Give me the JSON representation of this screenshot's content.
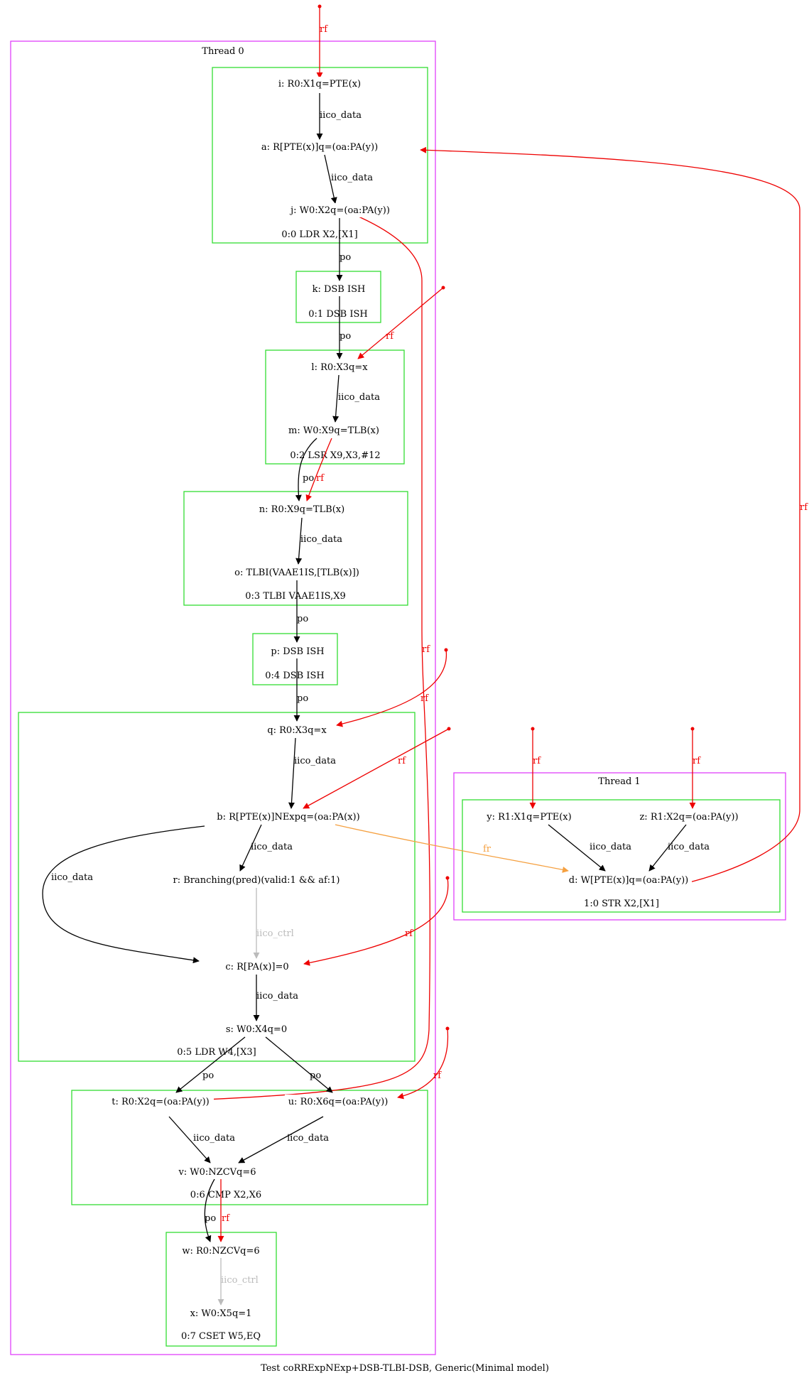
{
  "caption": "Test coRRExpNExp+DSB-TLBI-DSB, Generic(Minimal model)",
  "colors": {
    "thread_box": "#e040fb",
    "instr_box": "#33dd33",
    "po": "#000000",
    "iico_data": "#000000",
    "iico_ctrl": "#bbbbbb",
    "rf": "#ee0000",
    "fr": "#f5a040"
  },
  "threads": [
    {
      "id": "t0",
      "label": "Thread 0"
    },
    {
      "id": "t1",
      "label": "Thread 1"
    }
  ],
  "instructions": [
    {
      "id": "i00",
      "label": "0:0 LDR X2,[X1]"
    },
    {
      "id": "i01",
      "label": "0:1 DSB ISH"
    },
    {
      "id": "i02",
      "label": "0:2 LSR X9,X3,#12"
    },
    {
      "id": "i03",
      "label": "0:3 TLBI VAAE1IS,X9"
    },
    {
      "id": "i04",
      "label": "0:4 DSB ISH"
    },
    {
      "id": "i05",
      "label": "0:5 LDR W4,[X3]"
    },
    {
      "id": "i06",
      "label": "0:6 CMP X2,X6"
    },
    {
      "id": "i07",
      "label": "0:7 CSET W5,EQ"
    },
    {
      "id": "i10",
      "label": "1:0 STR X2,[X1]"
    }
  ],
  "events": [
    {
      "id": "i",
      "label": "i: R0:X1q=PTE(x)"
    },
    {
      "id": "a",
      "label": "a: R[PTE(x)]q=(oa:PA(y))"
    },
    {
      "id": "j",
      "label": "j: W0:X2q=(oa:PA(y))"
    },
    {
      "id": "k",
      "label": "k: DSB ISH"
    },
    {
      "id": "l",
      "label": "l: R0:X3q=x"
    },
    {
      "id": "m",
      "label": "m: W0:X9q=TLB(x)"
    },
    {
      "id": "n",
      "label": "n: R0:X9q=TLB(x)"
    },
    {
      "id": "o",
      "label": "o: TLBI(VAAE1IS,[TLB(x)])"
    },
    {
      "id": "p",
      "label": "p: DSB ISH"
    },
    {
      "id": "q",
      "label": "q: R0:X3q=x"
    },
    {
      "id": "b",
      "label": "b: R[PTE(x)]NExpq=(oa:PA(x))"
    },
    {
      "id": "r",
      "label": "r: Branching(pred)(valid:1 && af:1)"
    },
    {
      "id": "c",
      "label": "c: R[PA(x)]=0"
    },
    {
      "id": "s",
      "label": "s: W0:X4q=0"
    },
    {
      "id": "t",
      "label": "t: R0:X2q=(oa:PA(y))"
    },
    {
      "id": "u",
      "label": "u: R0:X6q=(oa:PA(y))"
    },
    {
      "id": "v",
      "label": "v: W0:NZCVq=6"
    },
    {
      "id": "w",
      "label": "w: R0:NZCVq=6"
    },
    {
      "id": "x",
      "label": "x: W0:X5q=1"
    },
    {
      "id": "y",
      "label": "y: R1:X1q=PTE(x)"
    },
    {
      "id": "z",
      "label": "z: R1:X2q=(oa:PA(y))"
    },
    {
      "id": "d",
      "label": "d: W[PTE(x)]q=(oa:PA(y))"
    }
  ],
  "edges": [
    {
      "id": "e-init-i",
      "label": "rf",
      "kind": "rf"
    },
    {
      "id": "e-i-a",
      "label": "iico_data",
      "kind": "iico_data"
    },
    {
      "id": "e-a-j",
      "label": "iico_data",
      "kind": "iico_data"
    },
    {
      "id": "e-d-a",
      "label": "rf",
      "kind": "rf"
    },
    {
      "id": "e-j-k",
      "label": "po",
      "kind": "po"
    },
    {
      "id": "e-k-l",
      "label": "po",
      "kind": "po"
    },
    {
      "id": "e-init-l",
      "label": "rf",
      "kind": "rf"
    },
    {
      "id": "e-l-m",
      "label": "iico_data",
      "kind": "iico_data"
    },
    {
      "id": "e-m-n-po",
      "label": "po",
      "kind": "po"
    },
    {
      "id": "e-m-n-rf",
      "label": "rf",
      "kind": "rf"
    },
    {
      "id": "e-j-t",
      "label": "rf",
      "kind": "rf"
    },
    {
      "id": "e-n-o",
      "label": "iico_data",
      "kind": "iico_data"
    },
    {
      "id": "e-o-p",
      "label": "po",
      "kind": "po"
    },
    {
      "id": "e-p-q",
      "label": "po",
      "kind": "po"
    },
    {
      "id": "e-init-q",
      "label": "rf",
      "kind": "rf"
    },
    {
      "id": "e-init-b",
      "label": "rf",
      "kind": "rf"
    },
    {
      "id": "e-q-b",
      "label": "iico_data",
      "kind": "iico_data"
    },
    {
      "id": "e-b-r",
      "label": "iico_data",
      "kind": "iico_data"
    },
    {
      "id": "e-b-c",
      "label": "iico_data",
      "kind": "iico_data"
    },
    {
      "id": "e-b-d",
      "label": "fr",
      "kind": "fr"
    },
    {
      "id": "e-r-c",
      "label": "iico_ctrl",
      "kind": "iico_ctrl"
    },
    {
      "id": "e-init-c",
      "label": "rf",
      "kind": "rf"
    },
    {
      "id": "e-c-s",
      "label": "iico_data",
      "kind": "iico_data"
    },
    {
      "id": "e-s-t",
      "label": "po",
      "kind": "po"
    },
    {
      "id": "e-s-u",
      "label": "po",
      "kind": "po"
    },
    {
      "id": "e-init-u",
      "label": "rf",
      "kind": "rf"
    },
    {
      "id": "e-t-v",
      "label": "iico_data",
      "kind": "iico_data"
    },
    {
      "id": "e-u-v",
      "label": "iico_data",
      "kind": "iico_data"
    },
    {
      "id": "e-v-w-po",
      "label": "po",
      "kind": "po"
    },
    {
      "id": "e-v-w-rf",
      "label": "rf",
      "kind": "rf"
    },
    {
      "id": "e-w-x",
      "label": "iico_ctrl",
      "kind": "iico_ctrl"
    },
    {
      "id": "e-init-y",
      "label": "rf",
      "kind": "rf"
    },
    {
      "id": "e-init-z",
      "label": "rf",
      "kind": "rf"
    },
    {
      "id": "e-y-d",
      "label": "iico_data",
      "kind": "iico_data"
    },
    {
      "id": "e-z-d",
      "label": "iico_data",
      "kind": "iico_data"
    }
  ]
}
